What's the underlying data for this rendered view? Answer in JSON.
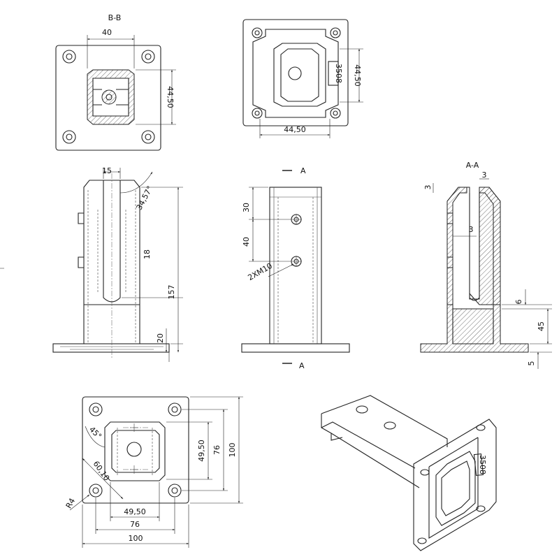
{
  "views": {
    "section_bb": {
      "title": "B-B",
      "dim_width": "40",
      "dim_height": "44,50"
    },
    "top_view": {
      "dim_width": "44,50",
      "dim_height": "44,50",
      "marking": "3508"
    },
    "front_view": {
      "dim_slot": "15",
      "dim_angle": "34,57°",
      "dim_height": "157",
      "dim_base": "20",
      "dim_small_label": "18"
    },
    "side_view": {
      "dim_top": "30",
      "dim_spacing": "40",
      "hole_note": "2XM10",
      "section_marker": "A"
    },
    "section_aa": {
      "title": "A-A",
      "dim_wall_top": "3",
      "dim_wall_left": "3",
      "dim_wall_mid": "3",
      "dim_6": "6",
      "dim_45": "45",
      "dim_5": "5"
    },
    "bottom_view": {
      "dim_angle": "45°",
      "dim_diag": "60,10",
      "dim_radius": "R4",
      "dim_inner_w": "49,50",
      "dim_mid_w": "76",
      "dim_outer_w": "100",
      "dim_inner_h": "49,50",
      "dim_mid_h": "76",
      "dim_outer_h": "100"
    },
    "iso_view": {
      "marking": "3508"
    }
  }
}
